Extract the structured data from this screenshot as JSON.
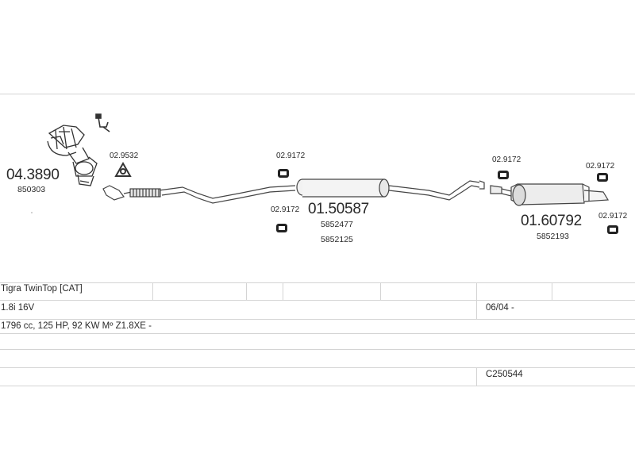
{
  "parts": {
    "manifold_cat": {
      "number": "04.3890",
      "oem": "850303"
    },
    "triangle_gasket": {
      "number": "02.9532"
    },
    "hanger_mid_top": {
      "number": "02.9172"
    },
    "hanger_mid_bottom": {
      "number": "02.9172"
    },
    "centre_silencer": {
      "number": "01.50587",
      "oem": [
        "5852477",
        "5852125"
      ]
    },
    "hanger_rear_left": {
      "number": "02.9172"
    },
    "hanger_rear_right_top": {
      "number": "02.9172"
    },
    "hanger_rear_right_bottom": {
      "number": "02.9172"
    },
    "rear_silencer": {
      "number": "01.60792",
      "oem": "5852193"
    }
  },
  "vehicle": {
    "model": "Tigra TwinTop  [CAT]",
    "variant": "1.8i 16V",
    "date": "06/04 -",
    "engine": "1796 cc, 125 HP, 92 KW Mº Z1.8XE -",
    "code": "C250544"
  },
  "icons": [
    "manifold-catalyst-icon",
    "bracket-icon",
    "gasket-icon",
    "flex-pipe-icon",
    "rubber-hanger-icon",
    "silencer-icon"
  ]
}
